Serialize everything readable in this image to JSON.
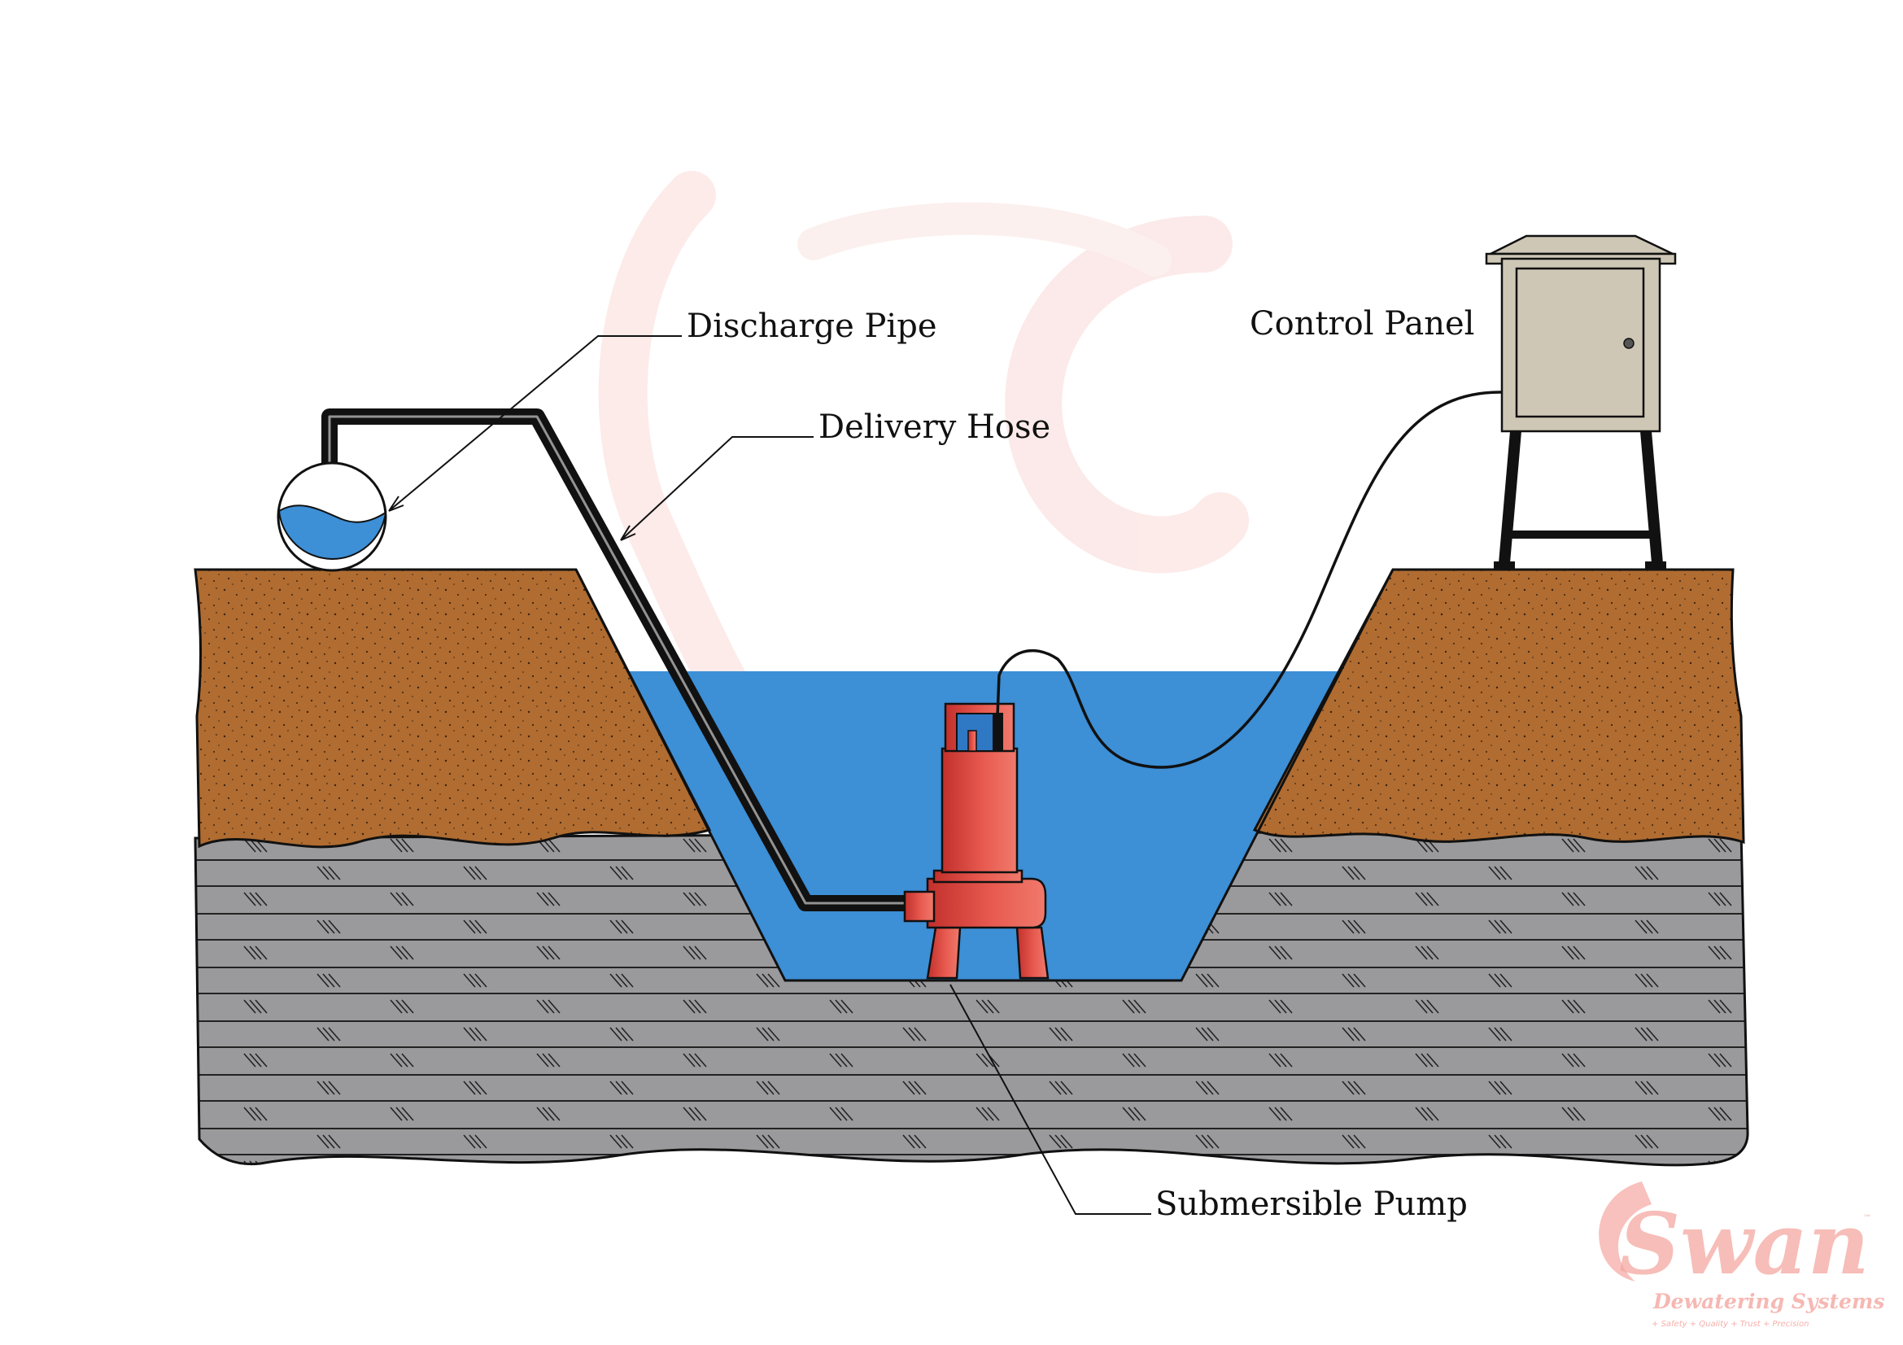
{
  "labels": {
    "discharge_pipe": "Discharge Pipe",
    "delivery_hose": "Delivery Hose",
    "control_panel": "Control Panel",
    "submersible_pump": "Submersible Pump"
  },
  "watermark": {
    "brand": "Swan",
    "subtitle": "Dewatering Systems",
    "tagline": "+ Safety + Quality + Trust + Precision",
    "mark": "™"
  },
  "colors": {
    "soil": "#b06c31",
    "rock": "#9a9a9d",
    "water": "#3d8fd6",
    "pump": "#e0504a",
    "panel": "#cfc7b6",
    "hose": "#111111",
    "watermark": "#f5a7a1"
  }
}
